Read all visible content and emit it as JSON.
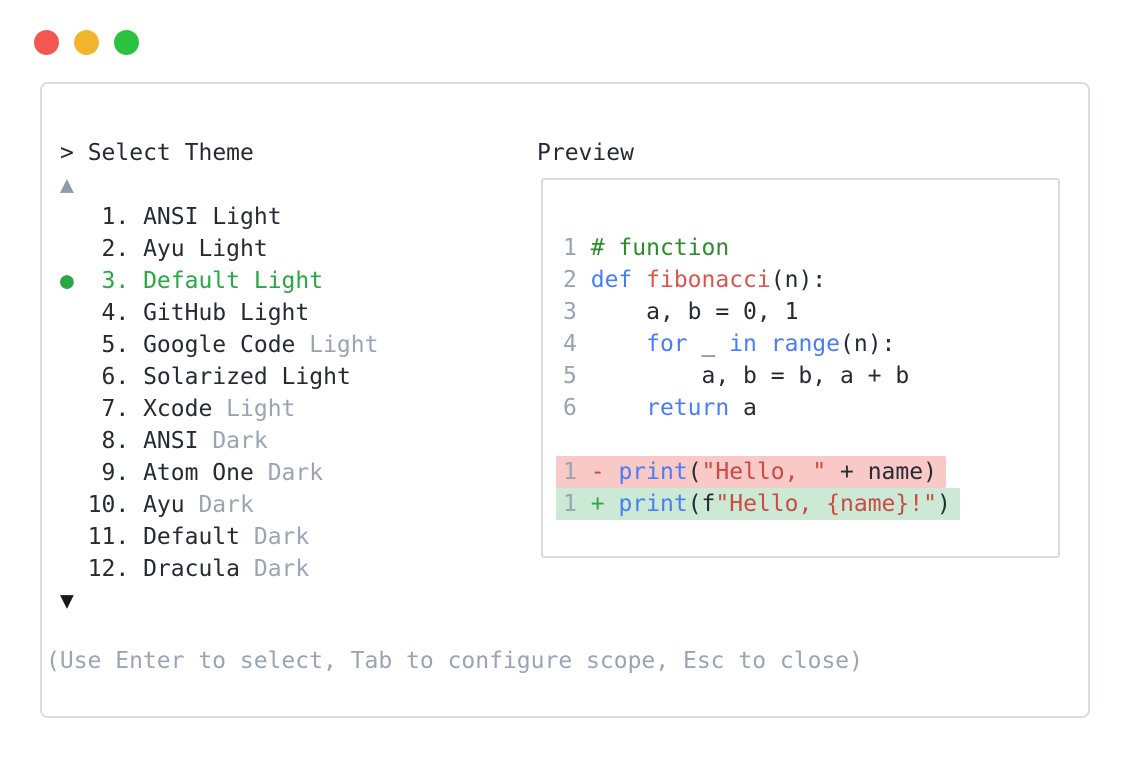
{
  "window": {
    "controls": [
      {
        "name": "close",
        "color": "#f35750"
      },
      {
        "name": "minimize",
        "color": "#f2b52d"
      },
      {
        "name": "zoom",
        "color": "#2cc240"
      }
    ]
  },
  "selector": {
    "prompt": "> Select Theme",
    "scroll_up_glyph": "▲",
    "scroll_down_glyph": "▼",
    "selected_marker": "●",
    "items": [
      {
        "number": "1",
        "name": "ANSI",
        "suffix": "Light",
        "suffix_muted": false,
        "selected": false
      },
      {
        "number": "2",
        "name": "Ayu",
        "suffix": "Light",
        "suffix_muted": false,
        "selected": false
      },
      {
        "number": "3",
        "name": "Default",
        "suffix": "Light",
        "suffix_muted": false,
        "selected": true
      },
      {
        "number": "4",
        "name": "GitHub",
        "suffix": "Light",
        "suffix_muted": false,
        "selected": false
      },
      {
        "number": "5",
        "name": "Google Code",
        "suffix": "Light",
        "suffix_muted": true,
        "selected": false
      },
      {
        "number": "6",
        "name": "Solarized",
        "suffix": "Light",
        "suffix_muted": false,
        "selected": false
      },
      {
        "number": "7",
        "name": "Xcode",
        "suffix": "Light",
        "suffix_muted": true,
        "selected": false
      },
      {
        "number": "8",
        "name": "ANSI",
        "suffix": "Dark",
        "suffix_muted": true,
        "selected": false
      },
      {
        "number": "9",
        "name": "Atom One",
        "suffix": "Dark",
        "suffix_muted": true,
        "selected": false
      },
      {
        "number": "10",
        "name": "Ayu",
        "suffix": "Dark",
        "suffix_muted": true,
        "selected": false
      },
      {
        "number": "11",
        "name": "Default",
        "suffix": "Dark",
        "suffix_muted": true,
        "selected": false
      },
      {
        "number": "12",
        "name": "Dracula",
        "suffix": "Dark",
        "suffix_muted": true,
        "selected": false
      }
    ],
    "footer": "(Use Enter to select, Tab to configure scope, Esc to close)"
  },
  "preview": {
    "title": "Preview",
    "lines": [
      {
        "num": "1",
        "diff": null,
        "tokens": [
          {
            "text": "# function",
            "type": "com"
          }
        ]
      },
      {
        "num": "2",
        "diff": null,
        "tokens": [
          {
            "text": "def",
            "type": "kw"
          },
          {
            "text": " ",
            "type": "plain"
          },
          {
            "text": "fibonacci",
            "type": "fn"
          },
          {
            "text": "(n):",
            "type": "plain"
          }
        ]
      },
      {
        "num": "3",
        "diff": null,
        "tokens": [
          {
            "text": "    a, b = 0, 1",
            "type": "plain"
          }
        ]
      },
      {
        "num": "4",
        "diff": null,
        "tokens": [
          {
            "text": "    ",
            "type": "plain"
          },
          {
            "text": "for",
            "type": "kw"
          },
          {
            "text": " _ ",
            "type": "plain"
          },
          {
            "text": "in",
            "type": "kw"
          },
          {
            "text": " ",
            "type": "plain"
          },
          {
            "text": "range",
            "type": "kw"
          },
          {
            "text": "(n):",
            "type": "plain"
          }
        ]
      },
      {
        "num": "5",
        "diff": null,
        "tokens": [
          {
            "text": "        a, b = b, a + b",
            "type": "plain"
          }
        ]
      },
      {
        "num": "6",
        "diff": null,
        "tokens": [
          {
            "text": "    ",
            "type": "plain"
          },
          {
            "text": "return",
            "type": "kw"
          },
          {
            "text": " a",
            "type": "plain"
          }
        ]
      },
      {
        "num": "",
        "diff": null,
        "tokens": []
      },
      {
        "num": "1",
        "diff": "removed",
        "tokens": [
          {
            "text": "-",
            "type": "minus"
          },
          {
            "text": " ",
            "type": "plain"
          },
          {
            "text": "print",
            "type": "kw"
          },
          {
            "text": "(",
            "type": "plain"
          },
          {
            "text": "\"Hello, \"",
            "type": "str"
          },
          {
            "text": " + name)",
            "type": "plain"
          }
        ]
      },
      {
        "num": "1",
        "diff": "added",
        "tokens": [
          {
            "text": "+",
            "type": "plus"
          },
          {
            "text": " ",
            "type": "plain"
          },
          {
            "text": "print",
            "type": "kw"
          },
          {
            "text": "(f",
            "type": "plain"
          },
          {
            "text": "\"Hello, {name}!\"",
            "type": "str"
          },
          {
            "text": ")",
            "type": "plain"
          }
        ]
      }
    ]
  },
  "colors": {
    "accent_green": "#2aa745",
    "comment_green": "#2e8b2e",
    "keyword_blue": "#477ef7",
    "function_red": "#dd554e",
    "string_red": "#cc4a42",
    "text_dark": "#262b33",
    "muted_gray": "#9aa4b4",
    "line_number_gray": "#9aa3b2",
    "diff_removed_bg": "#f8c9c6",
    "diff_added_bg": "#cce9d6",
    "diff_minus": "#d1423c",
    "diff_plus": "#2da44e",
    "panel_border": "#d9dde3",
    "dot_red": "#f35750",
    "dot_yellow": "#f2b52d",
    "dot_green": "#2cc240"
  }
}
